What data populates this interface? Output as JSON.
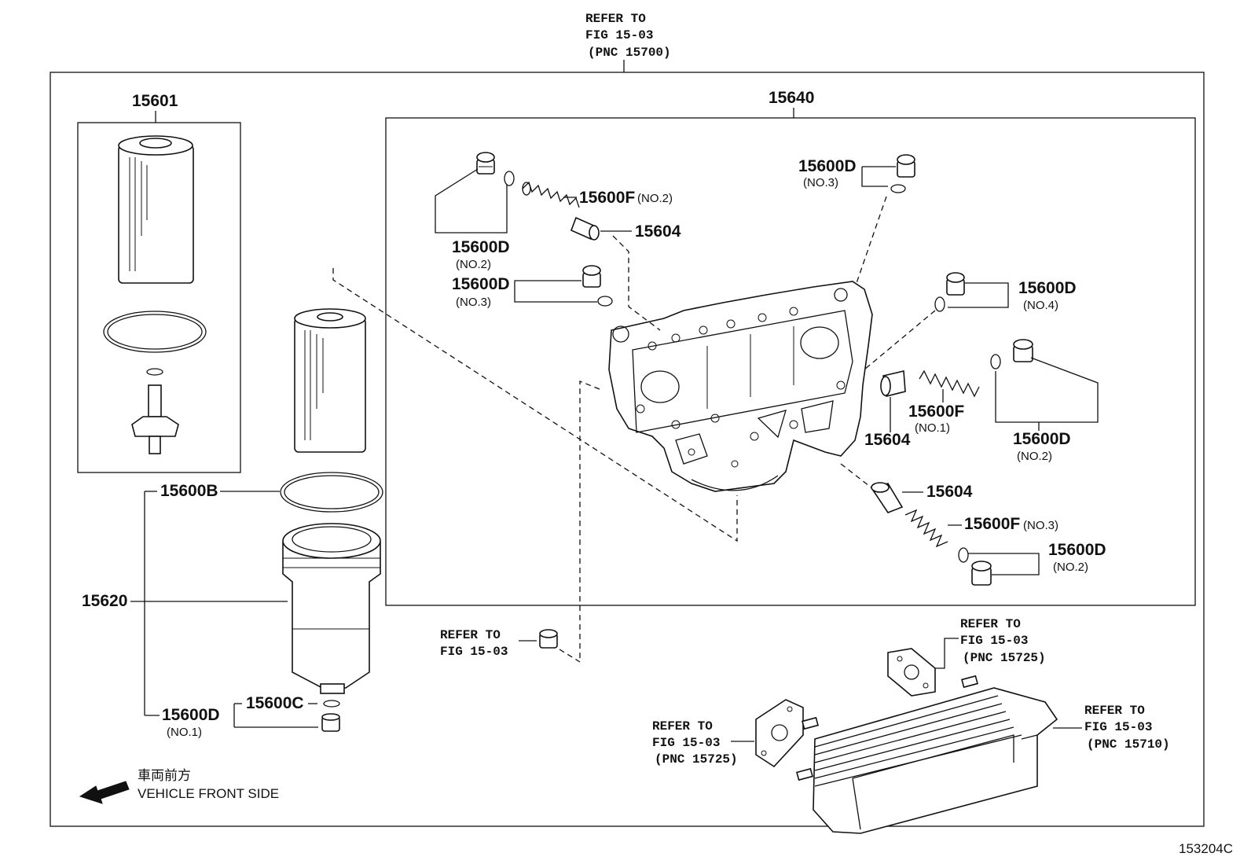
{
  "diagram_id": "153204C",
  "refer_top": {
    "line1": "REFER TO",
    "line2": "FIG 15-03",
    "line3": "(PNC 15700)"
  },
  "refer_plug": {
    "line1": "REFER TO",
    "line2": "FIG 15-03"
  },
  "refer_gasket_top": {
    "line1": "REFER TO",
    "line2": "FIG 15-03",
    "line3": "(PNC 15725)"
  },
  "refer_gasket_left": {
    "line1": "REFER TO",
    "line2": "FIG 15-03",
    "line3": "(PNC 15725)"
  },
  "refer_cooler": {
    "line1": "REFER TO",
    "line2": "FIG 15-03",
    "line3": "(PNC 15710)"
  },
  "parts": {
    "p15601": "15601",
    "p15640": "15640",
    "p15600B": "15600B",
    "p15620": "15620",
    "p15600C": "15600C",
    "p15600D_no1": "15600D",
    "p15600D_no1_sub": "(NO.1)",
    "p15600D_a": "15600D",
    "p15600D_a_sub": "(NO.2)",
    "p15600D_b": "15600D",
    "p15600D_b_sub": "(NO.3)",
    "p15600F_no2": "15600F",
    "p15600F_no2_sub": "(NO.2)",
    "p15604_top": "15604",
    "p15600D_tr": "15600D",
    "p15600D_tr_sub": "(NO.3)",
    "p15600D_r4": "15600D",
    "p15600D_r4_sub": "(NO.4)",
    "p15600F_no1": "15600F",
    "p15600F_no1_sub": "(NO.1)",
    "p15604_mid": "15604",
    "p15600D_r2": "15600D",
    "p15600D_r2_sub": "(NO.2)",
    "p15604_low": "15604",
    "p15600F_no3": "15600F",
    "p15600F_no3_sub": "(NO.3)",
    "p15600D_br": "15600D",
    "p15600D_br_sub": "(NO.2)"
  },
  "direction": {
    "jp": "車両前方",
    "en": "VEHICLE FRONT SIDE",
    "icon": "arrow-left-icon"
  }
}
